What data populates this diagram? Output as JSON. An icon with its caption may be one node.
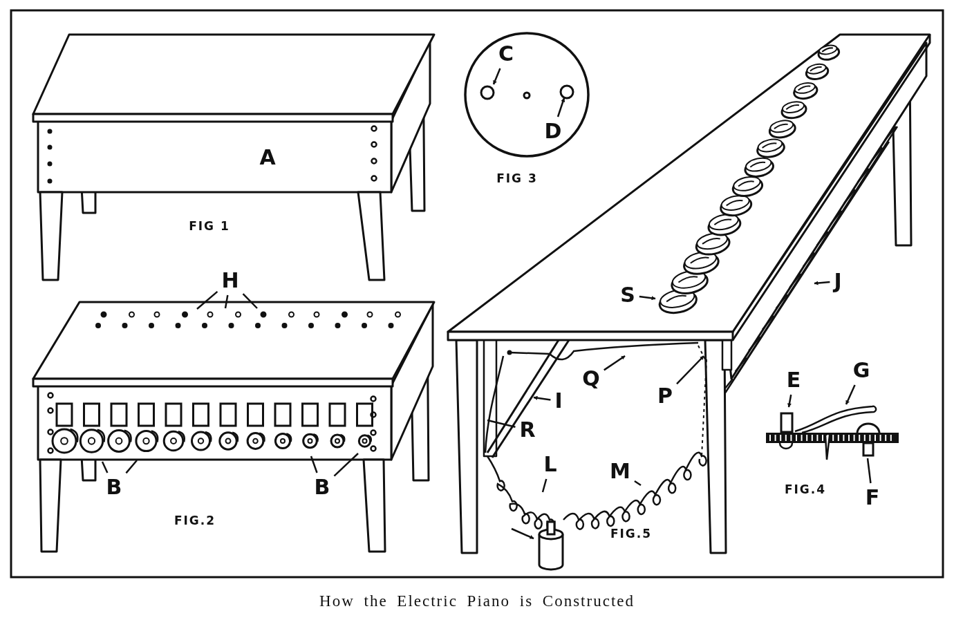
{
  "diagram": {
    "caption": "How the Electric Piano is Constructed",
    "nodes": [
      {
        "text": [
          "C"
        ]
      },
      {
        "text": [
          "D"
        ]
      },
      {
        "text": [
          "H"
        ]
      },
      {
        "text": [
          "S"
        ]
      },
      {
        "text": [
          "J"
        ]
      },
      {
        "text": [
          "Q"
        ]
      },
      {
        "text": [
          "P"
        ]
      },
      {
        "text": [
          "I"
        ]
      },
      {
        "text": [
          "R"
        ]
      },
      {
        "text": [
          "E"
        ]
      },
      {
        "text": [
          "G"
        ]
      },
      {
        "text": [
          "L"
        ]
      },
      {
        "text": [
          "M"
        ]
      },
      {
        "text": [
          "B"
        ]
      },
      {
        "text": [
          "B"
        ]
      },
      {
        "text": [
          "F"
        ]
      },
      {
        "text": [],
        "shape": "cylinder"
      },
      {
        "text": [],
        "shape": "picture"
      }
    ],
    "edges": [
      {
        "from": 0,
        "to": null,
        "arrow": "to"
      },
      {
        "from": 1,
        "to": null,
        "arrow": "to"
      },
      {
        "from": 2,
        "to": null,
        "arrow": "none"
      },
      {
        "from": 2,
        "to": null,
        "arrow": "none"
      },
      {
        "from": 2,
        "to": null,
        "arrow": "none"
      },
      {
        "from": 3,
        "to": null,
        "arrow": "to"
      },
      {
        "from": 4,
        "to": null,
        "arrow": "to"
      },
      {
        "from": 5,
        "to": null,
        "arrow": "to"
      },
      {
        "from": 6,
        "to": null,
        "arrow": "to"
      },
      {
        "from": 7,
        "to": null,
        "arrow": "to"
      },
      {
        "from": 8,
        "to": null,
        "arrow": "none"
      },
      {
        "from": 9,
        "to": 17,
        "arrow": "to"
      },
      {
        "from": 10,
        "to": 17,
        "arrow": "to"
      },
      {
        "from": 11,
        "to": null,
        "arrow": "none"
      },
      {
        "from": 12,
        "to": null,
        "arrow": "none"
      },
      {
        "from": 13,
        "to": null,
        "arrow": "none"
      },
      {
        "from": 13,
        "to": null,
        "arrow": "none"
      },
      {
        "from": 14,
        "to": null,
        "arrow": "none"
      },
      {
        "from": 14,
        "to": null,
        "arrow": "none"
      },
      {
        "from": 15,
        "to": 17,
        "arrow": "none"
      },
      {
        "from": null,
        "to": 16,
        "arrow": "to"
      }
    ],
    "labels": [
      "A",
      "FIG 3",
      "FIG 1",
      "FIG.4",
      "FIG.2",
      "FIG.5"
    ]
  }
}
